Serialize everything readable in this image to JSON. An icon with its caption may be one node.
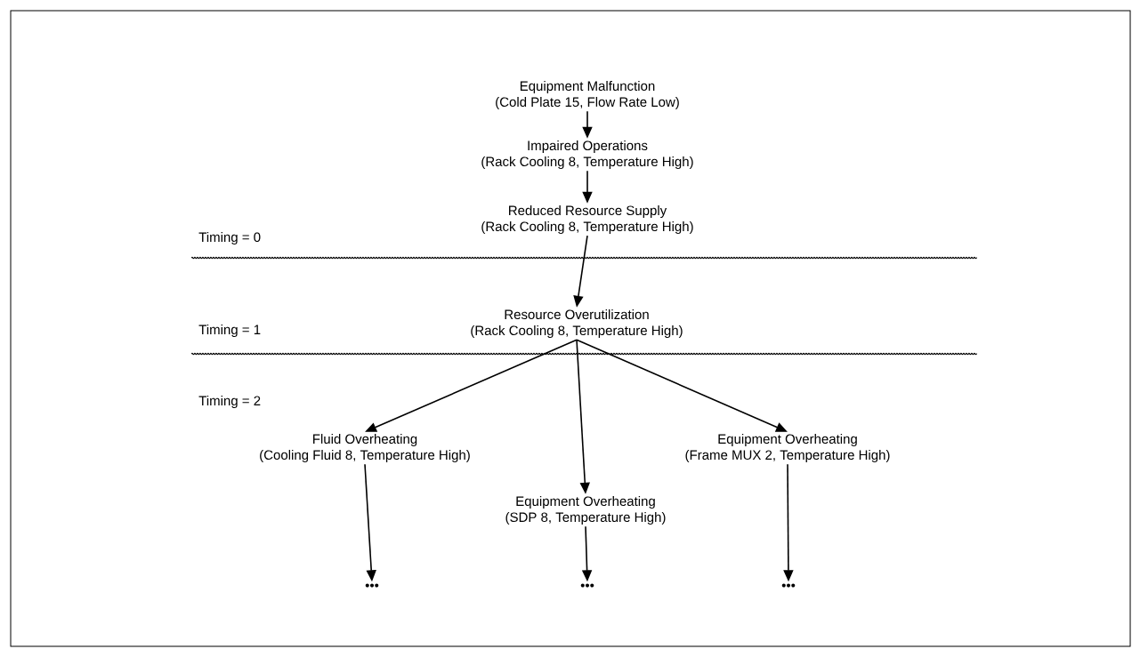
{
  "diagram": {
    "nodes": [
      {
        "text": [
          "Equipment Malfunction",
          "(Cold Plate 15, Flow Rate Low)"
        ]
      },
      {
        "text": [
          "Impaired Operations",
          "(Rack Cooling 8, Temperature High)"
        ]
      },
      {
        "text": [
          "Reduced Resource Supply",
          "(Rack Cooling 8, Temperature High)"
        ]
      },
      {
        "text": [
          "Resource Overutilization",
          "(Rack Cooling 8, Temperature High)"
        ]
      },
      {
        "text": [
          "Fluid Overheating",
          "(Cooling Fluid 8, Temperature High)"
        ]
      },
      {
        "text": [
          "Equipment Overheating",
          "(SDP 8, Temperature High)"
        ]
      },
      {
        "text": [
          "Equipment Overheating",
          "(Frame MUX 2, Temperature High)"
        ]
      },
      {
        "text": [
          "•••"
        ]
      },
      {
        "text": [
          "•••"
        ]
      },
      {
        "text": [
          "•••"
        ]
      }
    ],
    "edges": [
      {
        "from": 0,
        "to": 1,
        "arrow": "to"
      },
      {
        "from": 1,
        "to": 2,
        "arrow": "to"
      },
      {
        "from": 2,
        "to": 3,
        "arrow": "to"
      },
      {
        "from": 3,
        "to": 4,
        "arrow": "to"
      },
      {
        "from": 3,
        "to": 5,
        "arrow": "to"
      },
      {
        "from": 3,
        "to": 6,
        "arrow": "to"
      },
      {
        "from": 4,
        "to": 7,
        "arrow": "to"
      },
      {
        "from": 5,
        "to": 8,
        "arrow": "to"
      },
      {
        "from": 6,
        "to": 9,
        "arrow": "to"
      }
    ],
    "labels": [
      "Timing = 0",
      "Timing = 1",
      "Timing = 2"
    ]
  }
}
